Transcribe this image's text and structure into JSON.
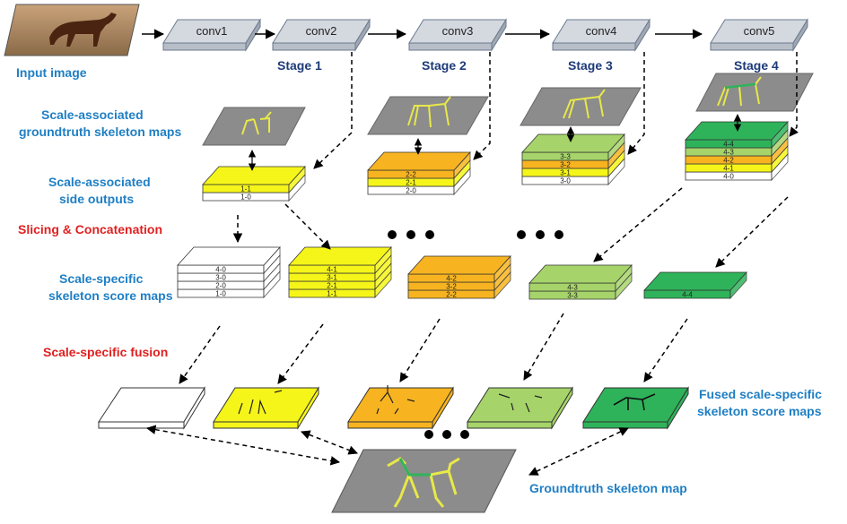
{
  "convs": [
    "conv1",
    "conv2",
    "conv3",
    "conv4",
    "conv5"
  ],
  "stages": [
    "Stage 1",
    "Stage 2",
    "Stage 3",
    "Stage 4"
  ],
  "labels": {
    "input_image": "Input image",
    "gt_maps_1": "Scale-associated",
    "gt_maps_2": "groundtruth skeleton maps",
    "side_out_1": "Scale-associated",
    "side_out_2": "side outputs",
    "slicing": "Slicing & Concatenation",
    "score_1": "Scale-specific",
    "score_2": "skeleton score maps",
    "fusion": "Scale-specific fusion",
    "fused_1": "Fused scale-specific",
    "fused_2": "skeleton score maps",
    "gt_final": "Groundtruth skeleton map"
  },
  "side_outputs": [
    [
      "1-1",
      "1-0"
    ],
    [
      "2-2",
      "2-1",
      "2-0"
    ],
    [
      "3-3",
      "3-2",
      "3-1",
      "3-0"
    ],
    [
      "4-4",
      "4-3",
      "4-2",
      "4-1",
      "4-0"
    ]
  ],
  "score_maps": [
    [
      "4-0",
      "3-0",
      "2-0",
      "1-0"
    ],
    [
      "4-1",
      "3-1",
      "2-1",
      "1-1"
    ],
    [
      "4-2",
      "3-2",
      "2-2"
    ],
    [
      "4-3",
      "3-3"
    ],
    [
      "4-4"
    ]
  ],
  "colors": {
    "white": "#ffffff",
    "yellow": "#f5f51a",
    "orange": "#f7b420",
    "lightgreen": "#a6d46a",
    "green": "#2fb35a",
    "conv": "#d4d8df",
    "gray_map": "#8c8c8c",
    "skeleton": "#e8e84a"
  }
}
